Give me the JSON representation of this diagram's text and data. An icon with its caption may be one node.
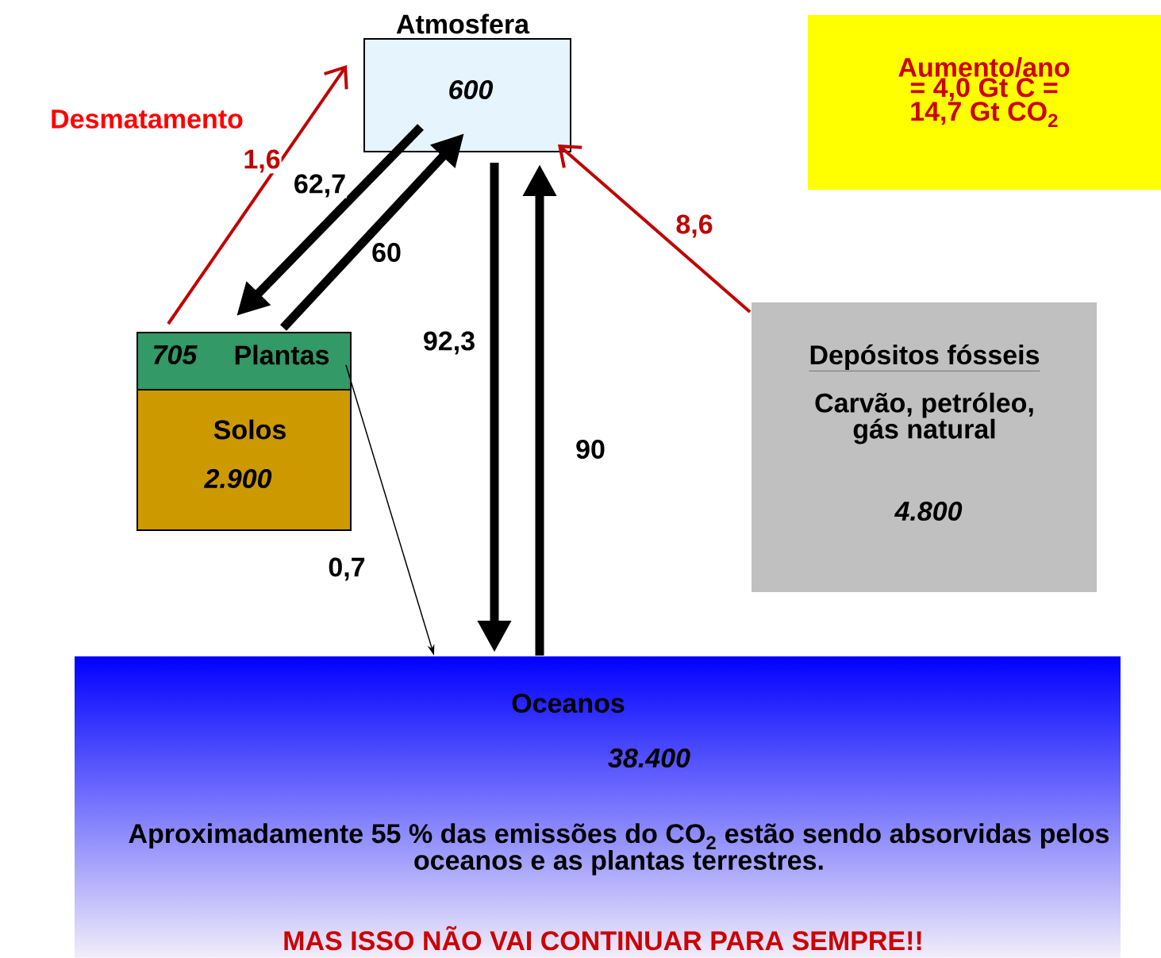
{
  "diagram": {
    "nodes": [
      {
        "text": [
          "Atmosfera",
          "600"
        ]
      },
      {
        "text": [
          "705",
          "Plantas"
        ]
      },
      {
        "text": [
          "Solos",
          "2.900"
        ]
      },
      {
        "text": [
          "Depósitos fósseis",
          "Carvão, petróleo, gás natural",
          "4.800"
        ]
      },
      {
        "text": [
          "Oceanos",
          "38.400",
          "Aproximadamente 55 % das emissões do CO$_{2}$ estão sendo absorvidas pelos oceanos e as plantas terrestres.",
          "MAS ISSO NÃO VAI CONTINUAR PARA SEMPRE!!"
        ]
      },
      {
        "text": [
          "Aumento/ano = 4,0 Gt C = 14,7 Gt CO$_{2}$"
        ]
      }
    ],
    "edges": [
      {
        "from": 1,
        "to": 0,
        "arrow": "to",
        "label": "1,6",
        "color": "#c00000"
      },
      {
        "from": 0,
        "to": 1,
        "arrow": "to",
        "label": "62,7"
      },
      {
        "from": 1,
        "to": 0,
        "arrow": "to",
        "label": "60"
      },
      {
        "from": 0,
        "to": 4,
        "arrow": "to",
        "label": "92,3"
      },
      {
        "from": 4,
        "to": 0,
        "arrow": "to",
        "label": "90"
      },
      {
        "from": 1,
        "to": 4,
        "arrow": "to",
        "label": "0,7"
      },
      {
        "from": 3,
        "to": 0,
        "arrow": "to",
        "label": "8,6",
        "color": "#c00000"
      }
    ],
    "labels": [
      "Desmatamento"
    ]
  }
}
